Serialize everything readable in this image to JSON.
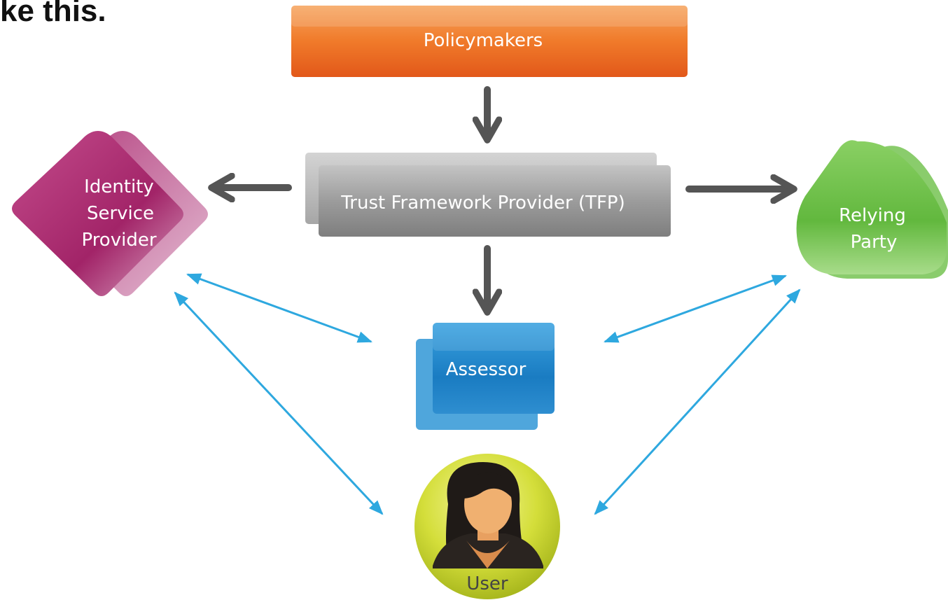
{
  "heading": "ke this.",
  "nodes": {
    "policymakers": {
      "label": "Policymakers"
    },
    "tfp": {
      "label": "Trust Framework Provider (TFP)"
    },
    "identity_provider": {
      "lines": [
        "Identity",
        "Service",
        "Provider"
      ]
    },
    "relying_party": {
      "lines": [
        "Relying",
        "Party"
      ]
    },
    "assessor": {
      "label": "Assessor"
    },
    "user": {
      "label": "User"
    }
  },
  "colors": {
    "policymakers": "#F07A2A",
    "tfp": "#9A9A9A",
    "identity_provider": "#A8276F",
    "relying_party": "#6CC04A",
    "assessor": "#1E84C8",
    "user": "#C8D62A",
    "gray_arrow": "#555555",
    "blue_arrow": "#2EA8DF"
  }
}
